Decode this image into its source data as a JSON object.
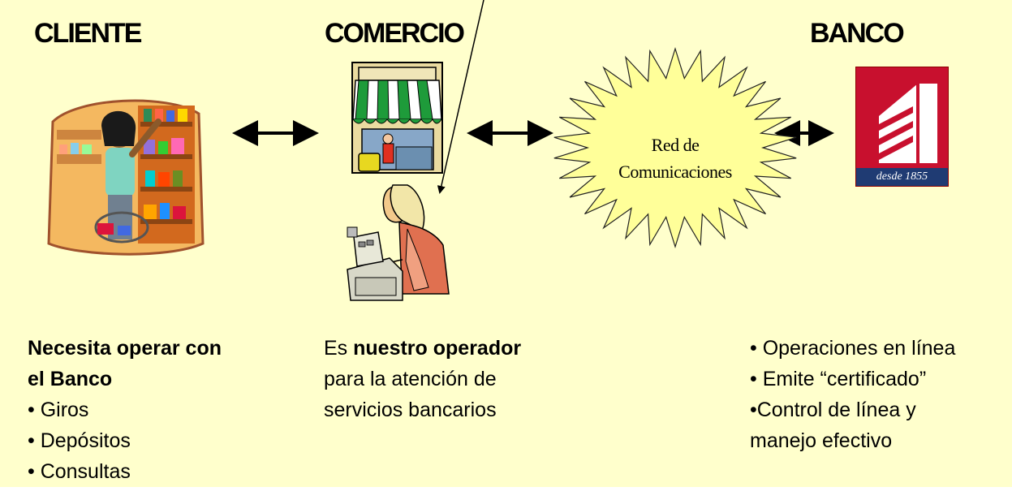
{
  "actors": {
    "cliente": "CLIENTE",
    "comercio": "COMERCIO",
    "banco": "BANCO"
  },
  "network": {
    "line1": "Red de",
    "line2": "Comunicaciones"
  },
  "bank_logo": {
    "caption": "desde 1855",
    "color": "#c8102e"
  },
  "cliente_desc": {
    "heading_line1": "Necesita operar con",
    "heading_line2": "el Banco",
    "items": [
      "• Giros",
      "• Depósitos",
      "• Consultas"
    ]
  },
  "comercio_desc": {
    "prefix": "Es ",
    "emphasis": "nuestro operador",
    "line2": "para la atención de",
    "line3": "servicios bancarios"
  },
  "banco_desc": {
    "items": [
      "• Operaciones en línea",
      "• Emite “certificado”",
      "•Control de línea y",
      "manejo efectivo"
    ]
  },
  "colors": {
    "background": "#ffffcc",
    "starburst": "#ffff99",
    "awning_green": "#1e9b3a"
  }
}
